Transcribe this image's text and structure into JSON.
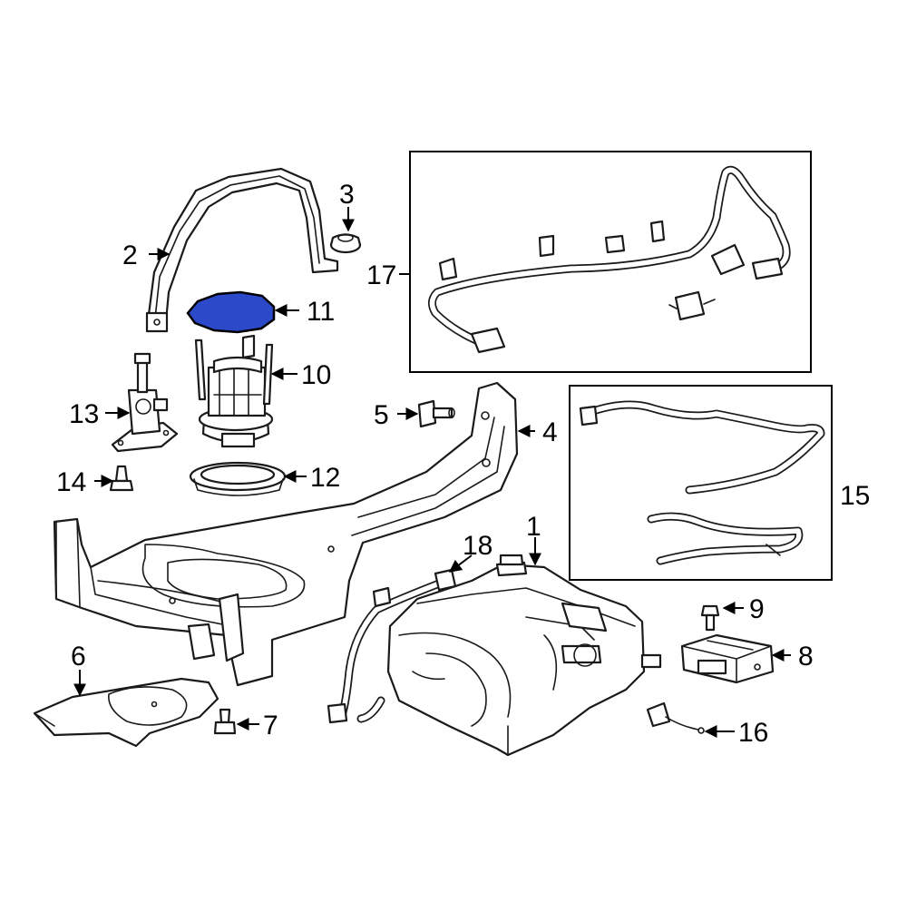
{
  "diagram": {
    "highlight_color": "#2b49c9",
    "callouts": [
      {
        "id": "1",
        "label": "1"
      },
      {
        "id": "2",
        "label": "2"
      },
      {
        "id": "3",
        "label": "3"
      },
      {
        "id": "4",
        "label": "4"
      },
      {
        "id": "5",
        "label": "5"
      },
      {
        "id": "6",
        "label": "6"
      },
      {
        "id": "7",
        "label": "7"
      },
      {
        "id": "8",
        "label": "8"
      },
      {
        "id": "9",
        "label": "9"
      },
      {
        "id": "10",
        "label": "10"
      },
      {
        "id": "11",
        "label": "11"
      },
      {
        "id": "12",
        "label": "12"
      },
      {
        "id": "13",
        "label": "13"
      },
      {
        "id": "14",
        "label": "14"
      },
      {
        "id": "15",
        "label": "15"
      },
      {
        "id": "16",
        "label": "16"
      },
      {
        "id": "17",
        "label": "17"
      },
      {
        "id": "18",
        "label": "18"
      }
    ],
    "highlighted_part": "11"
  }
}
